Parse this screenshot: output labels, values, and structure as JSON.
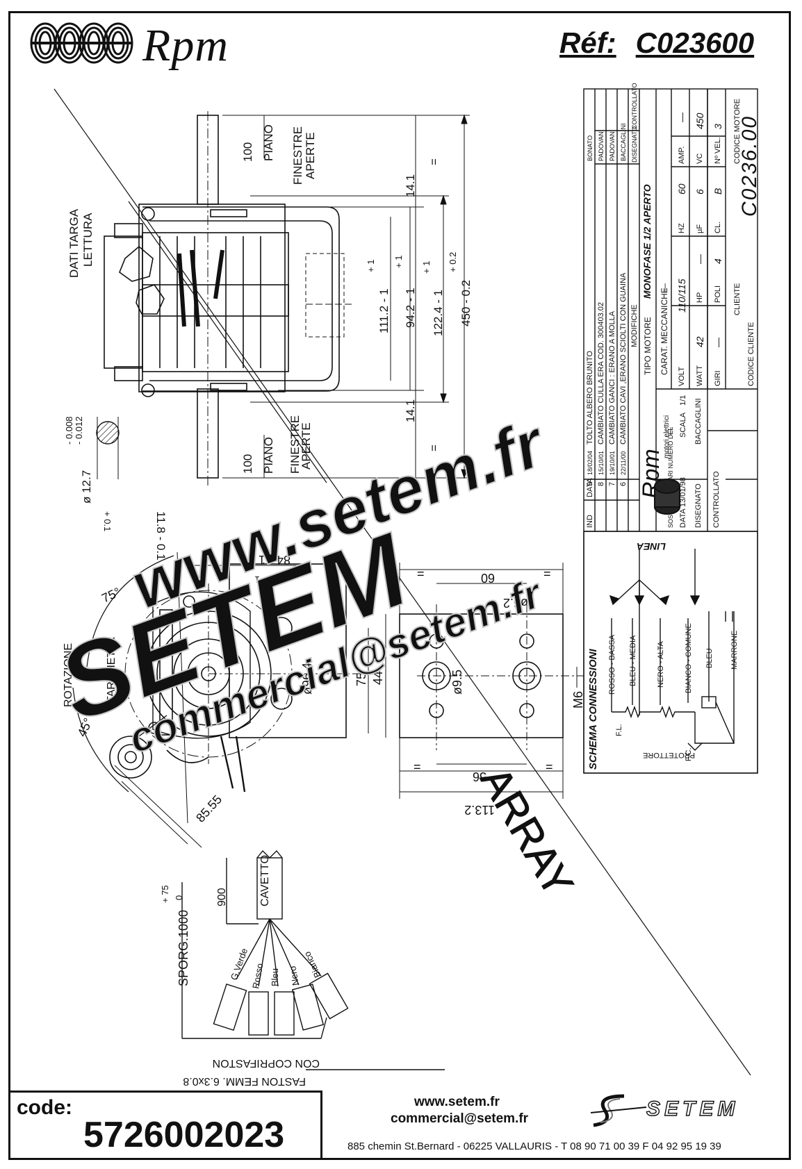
{
  "header": {
    "brand": "Rpm",
    "ref_label": "Réf:",
    "ref_value": "C023600"
  },
  "top_view": {
    "piano_top": "PIANO",
    "piano_top_dim": "100",
    "finestre_aperte_top": [
      "FINESTRE",
      "APERTE"
    ],
    "dati_targa": [
      "DATI TARGA",
      "LETTURA"
    ],
    "dim_14_1_top": "14.1",
    "dim_14_1_bottom": "14.1",
    "dim_111_2": "111.2 - 1",
    "dim_111_2_tol": "+ 1",
    "dim_94_2": "94.2 - 1",
    "dim_94_2_tol": "+ 1",
    "dim_122_4": "122.4 - 1",
    "dim_122_4_tol": "+ 1",
    "dim_450": "450 - 0.2",
    "dim_450_tol": "+ 0.2",
    "eq": "=",
    "piano_bottom": "PIANO",
    "piano_bottom_dim": "100",
    "finestre_aperte_bottom": [
      "FINESTRE",
      "APERTE"
    ],
    "shaft_dia": "ø 12.7",
    "shaft_tol": [
      "- 0.008",
      "- 0.012"
    ],
    "shaft_flat": "11.8 - 0.1",
    "shaft_flat_tol": "+ 0.1"
  },
  "front_view": {
    "angle_75": "75°",
    "angle_45": "45°",
    "rotazione": "ROTAZIONE",
    "targhetta": "TARGHETTA",
    "dim_84": "84 - 1",
    "dim_84_tol": "+ 1",
    "dim_96_4": "ø96.4",
    "dim_75": "75",
    "dim_44": "44",
    "dim_85_55": "85.55"
  },
  "side_view": {
    "dim_60": "60",
    "dim_6_2": "ø6.2",
    "dim_9_5": "ø9.5",
    "dim_m6": "M6",
    "dim_56": "56",
    "dim_113_2": "113.2",
    "eq": "="
  },
  "cable": {
    "cavetto": "CAVETTO",
    "dim_900": "900",
    "sporg": "SPORG.1000",
    "sporg_tol": [
      "+ 75",
      "0"
    ],
    "wires": [
      "G.Verde",
      "Rosso",
      "Bleu",
      "Nero",
      "Bianco"
    ],
    "faston": "FASTON FEMM. 6.3x0.8",
    "copri": "CON COPRIFASTON"
  },
  "title_block": {
    "revisions": [
      {
        "ind": "9",
        "date": "18/02/04",
        "text": "TOLTO ALBERO BRUNITO",
        "by": "BONATO"
      },
      {
        "ind": "8",
        "date": "15/10/01",
        "text": "CAMBIATO CULLA ERA COD. 300403.02",
        "by": "PADOVANI"
      },
      {
        "ind": "7",
        "date": "19/10/01",
        "text": "CAMBIATO GANCI : ERANO A MOLLA",
        "by": "PADOVANI"
      },
      {
        "ind": "6",
        "date": "22/11/00",
        "text": "CAMBIATO CAVI ,ERANO SCIOLTI CON GUAINA",
        "by": "BACCAGLINI"
      }
    ],
    "col_ind": "IND",
    "col_data": "DATA",
    "col_modifiche": "MODIFICHE",
    "col_disegnato": "DISEGNATO",
    "col_controllato": "CONTROLLATO",
    "tipo_motore_label": "TIPO MOTORE",
    "tipo_motore_value": "MONOFASE 1/2 APERTO",
    "carat_label": "CARAT. MECCANICHE",
    "carat_value": "—",
    "volt_label": "VOLT",
    "volt_value": "110/115",
    "hz_label": "HZ",
    "hz_value": "60",
    "amp_label": "AMP.",
    "amp_value": "—",
    "watt_label": "WATT",
    "watt_value": "42",
    "hp_label": "HP",
    "hp_value": "—",
    "uf_label": "µF",
    "uf_value": "6",
    "vc_label": "VC",
    "vc_value": "450",
    "giri_label": "GIRI",
    "giri_value": "—",
    "poli_label": "POLI",
    "poli_value": "4",
    "cl_label": "CL.",
    "cl_value": "B",
    "vel_label": "Nº VEL.",
    "vel_value": "3",
    "cliente_label": "CLIENTE",
    "codice_cliente_label": "CODICE CLIENTE",
    "codice_motore_label": "CODICE MOTORE",
    "codice_motore_value": "C0236.00",
    "logo_brand": "Rpm",
    "logo_sub": "motori elettrici",
    "sostituisce_label": "SOSTITUISCE PARI NUMERO DEL",
    "sostituisce_value": "—",
    "data_label": "DATA",
    "data_value": "13/01/98",
    "scala_label": "SCALA",
    "scala_value": "1/1",
    "disegnato_label": "DISEGNATO",
    "disegnato_value": "BACCAGLINI",
    "controllato_label": "CONTROLLATO"
  },
  "schema": {
    "title": "SCHEMA CONNESSIONI",
    "linea": "LINEA",
    "wires": [
      "ROSSO - BASSA",
      "BLEU - MEDIA",
      "NERO - ALTA",
      "BIANCO - COMUNE",
      "BLEU",
      "MARRONE"
    ],
    "fl": "F.L.",
    "fc": "F.C.",
    "protettore": "PROTETTORE"
  },
  "watermarks": [
    "www.setem.fr",
    "SETEM",
    "commercial@setem.fr",
    "ARRAY"
  ],
  "footer": {
    "code_label": "code:",
    "code_value": "5726002023",
    "web": "www.setem.fr",
    "email": "commercial@setem.fr",
    "address": "885 chemin St.Bernard  -  06225 VALLAURIS  -  T 08 90 71 00 39   F 04 92 95 19 39",
    "logo_word": "SETEM"
  },
  "colors": {
    "ink": "#111111",
    "watermark": "#c8c8c8",
    "paper": "#ffffff"
  }
}
